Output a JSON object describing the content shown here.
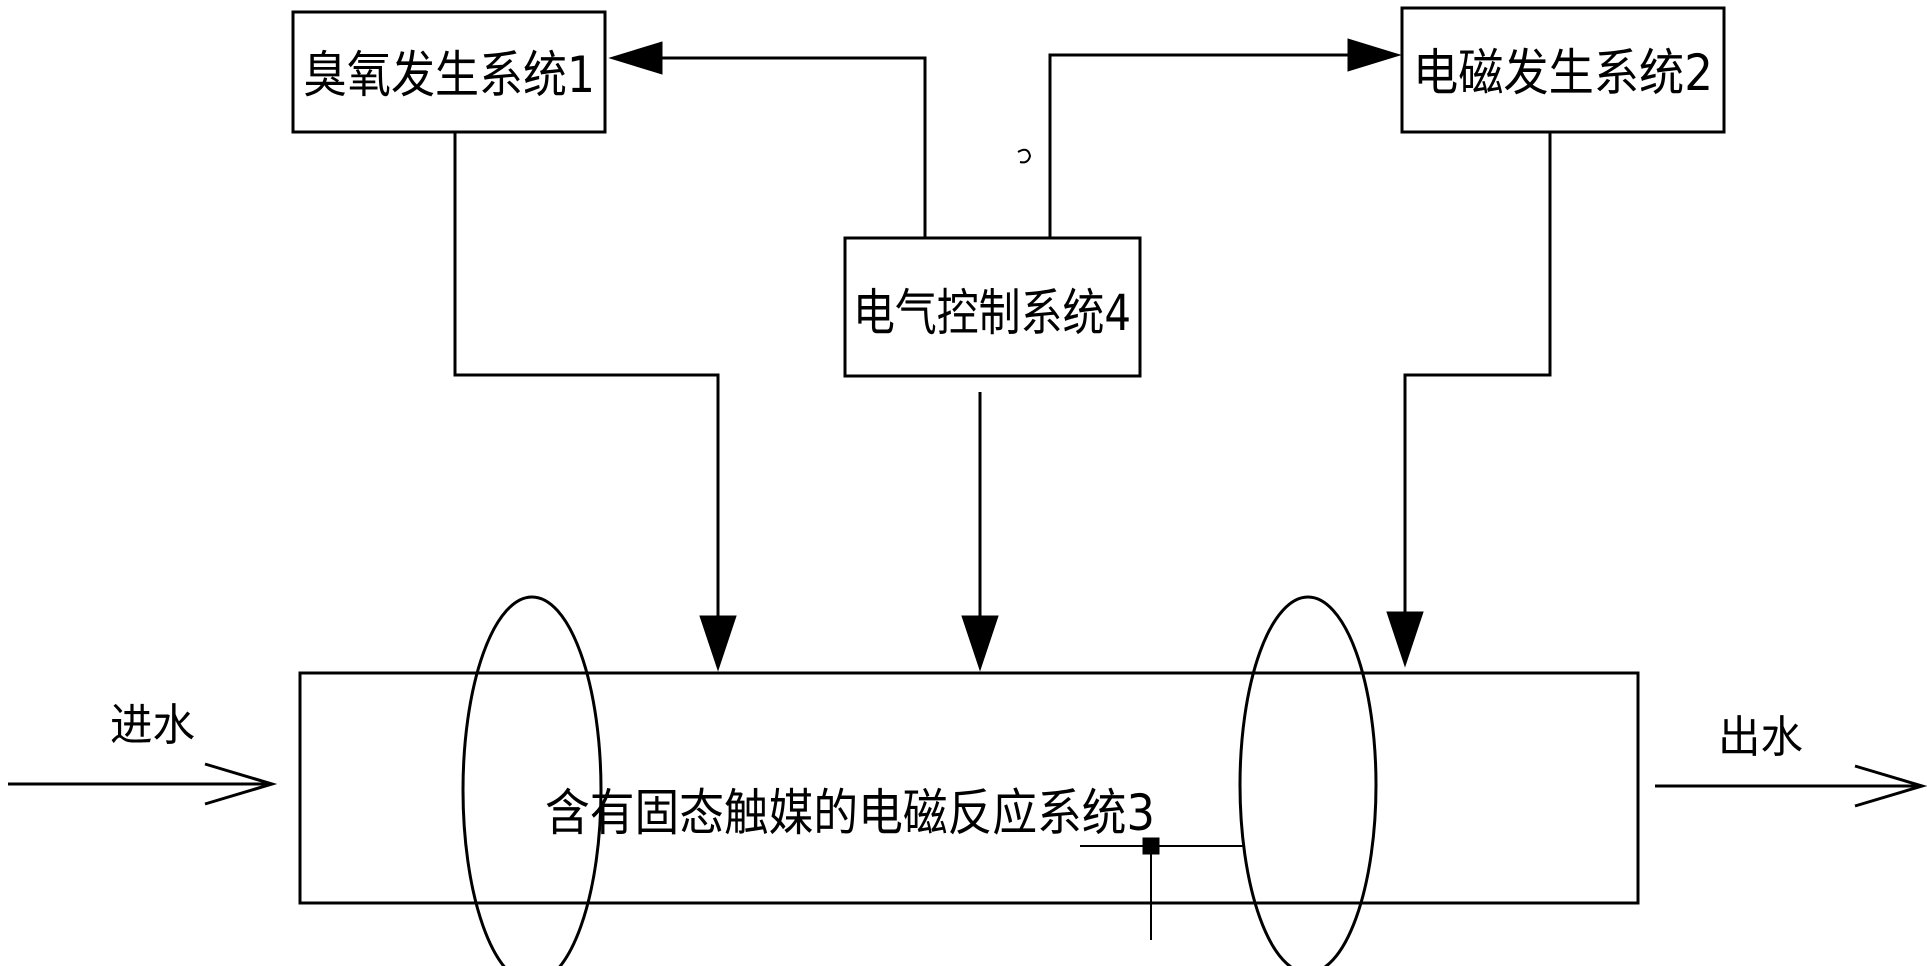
{
  "nodes": {
    "ozone_system": {
      "label": "臭氧发生系统1"
    },
    "em_generator": {
      "label": "电磁发生系统2"
    },
    "control_system": {
      "label": "电气控制系统4"
    },
    "reactor": {
      "label": "含有固态触媒的电磁反应系统3"
    }
  },
  "flows": {
    "inlet": {
      "label": "进水"
    },
    "outlet": {
      "label": "出水"
    }
  },
  "colors": {
    "stroke": "#000000",
    "background": "#ffffff"
  }
}
